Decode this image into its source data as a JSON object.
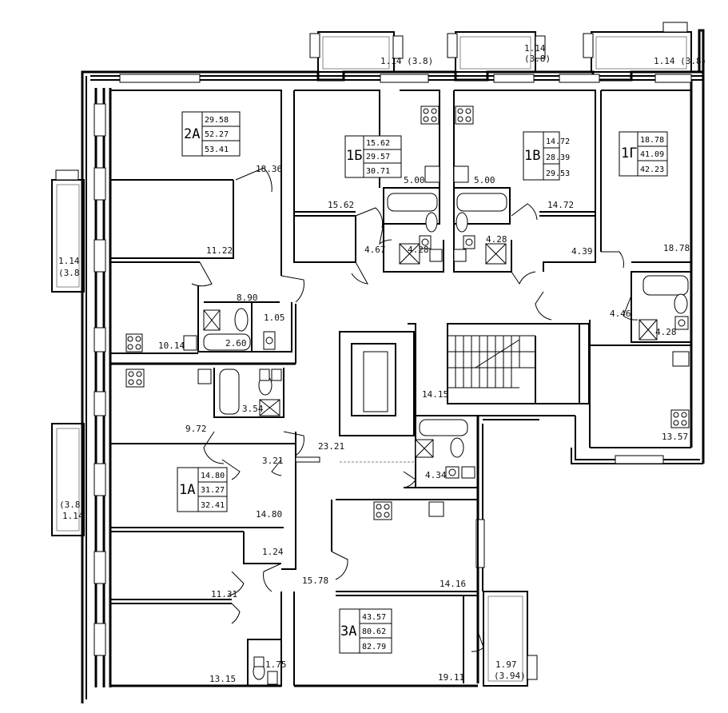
{
  "apartments": [
    {
      "code": "2А",
      "values": [
        "29.58",
        "52.27",
        "53.41"
      ]
    },
    {
      "code": "1Б",
      "values": [
        "15.62",
        "29.57",
        "30.71"
      ]
    },
    {
      "code": "1В",
      "values": [
        "14.72",
        "28.39",
        "29.53"
      ]
    },
    {
      "code": "1Г",
      "values": [
        "18.78",
        "41.09",
        "42.23"
      ]
    },
    {
      "code": "1А",
      "values": [
        "14.80",
        "31.27",
        "32.41"
      ]
    },
    {
      "code": "3А",
      "values": [
        "43.57",
        "80.62",
        "82.79"
      ]
    }
  ],
  "room_areas": {
    "r_18_36": "18.36",
    "r_11_22": "11.22",
    "r_8_90": "8.90",
    "r_1_05": "1.05",
    "r_10_14": "10.14",
    "r_2_60": "2.60",
    "r_15_62": "15.62",
    "r_5_00_a": "5.00",
    "r_5_00_b": "5.00",
    "r_4_67": "4.67",
    "r_4_28_a": "4.28",
    "r_4_28_b": "4.28",
    "r_14_72": "14.72",
    "r_4_39": "4.39",
    "r_18_78": "18.78",
    "r_4_46": "4.46",
    "r_4_28_c": "4.28",
    "r_13_57": "13.57",
    "r_14_15": "14.15",
    "r_3_54": "3.54",
    "r_9_72": "9.72",
    "r_23_21": "23.21",
    "r_3_21": "3.21",
    "r_4_34": "4.34",
    "r_14_80": "14.80",
    "r_1_24": "1.24",
    "r_15_78": "15.78",
    "r_14_16": "14.16",
    "r_11_31": "11.31",
    "r_1_75": "1.75",
    "r_13_15": "13.15",
    "r_19_11": "19.11"
  },
  "balconies": {
    "top_left": "1.14 (3.8)",
    "top_mid_a": "1.14",
    "top_mid_b": "(3.8)",
    "top_right": "1.14 (3.8)",
    "left_upper_a": "1.14",
    "left_upper_b": "(3.8)",
    "left_lower_a": "(3.8)",
    "left_lower_b": "1.14",
    "bottom_right_a": "1.97",
    "bottom_right_b": "(3.94)"
  }
}
